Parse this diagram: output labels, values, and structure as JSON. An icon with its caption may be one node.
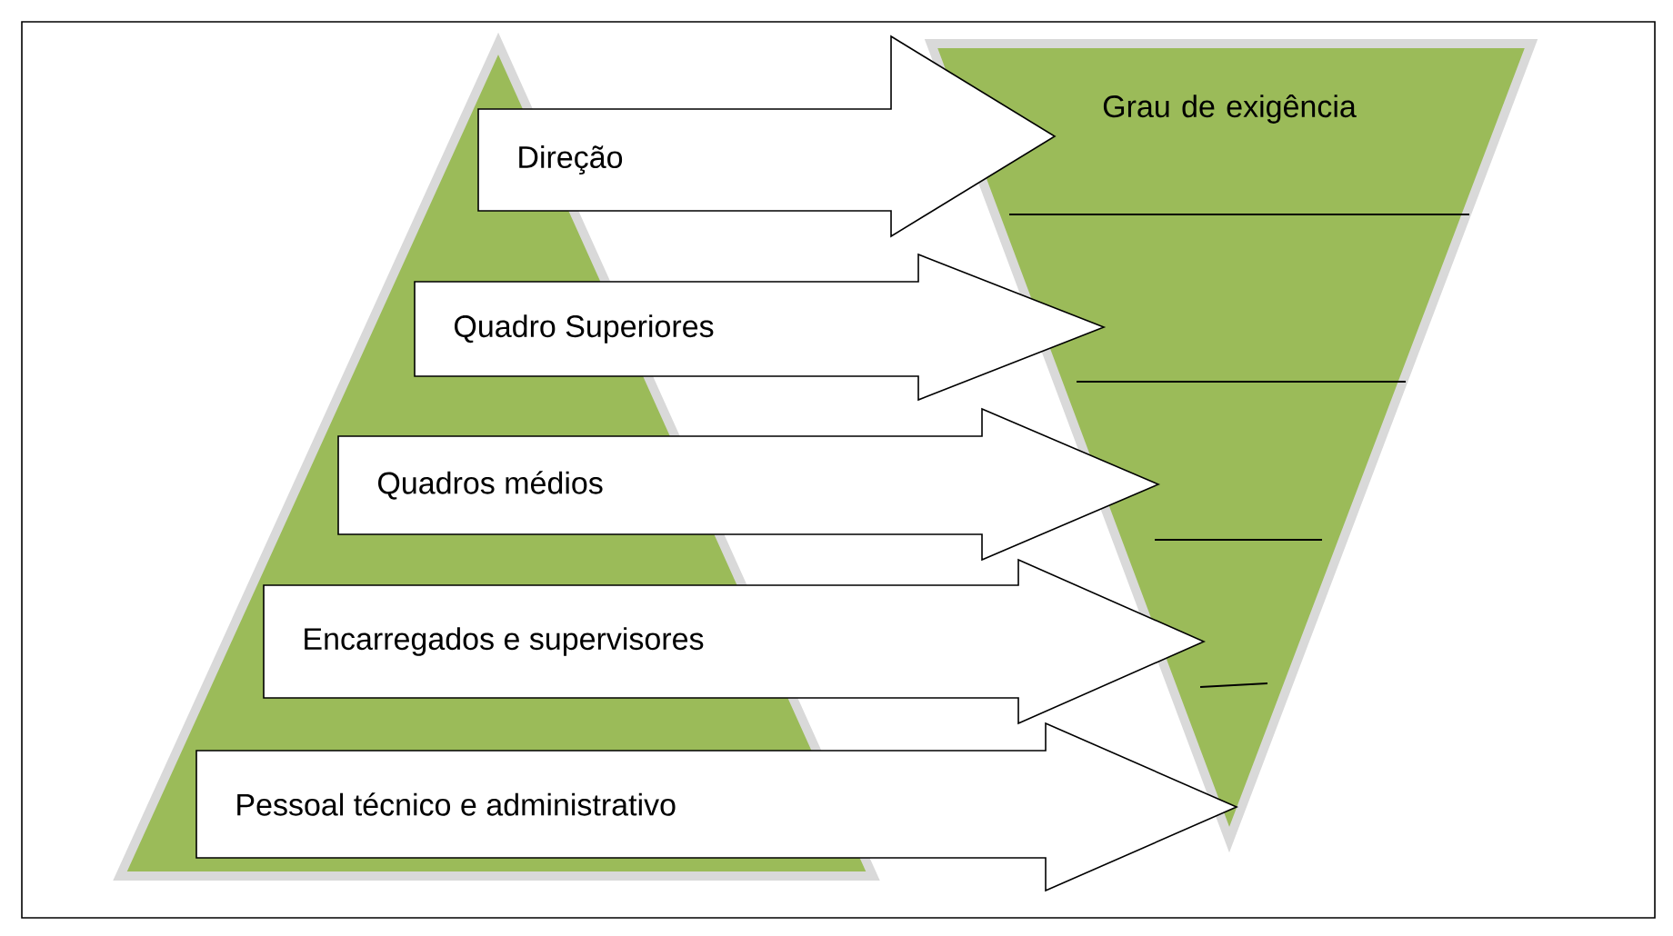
{
  "diagram": {
    "nodes": [
      {
        "text": [],
        "shape": "triangle"
      },
      {
        "text": [
          "Grau de exigência"
        ]
      }
    ],
    "edges": [
      {
        "from": 0,
        "to": 1,
        "arrow": "to",
        "label": "Direção"
      },
      {
        "from": 0,
        "to": 1,
        "arrow": "to",
        "label": "Quadro Superiores"
      },
      {
        "from": 0,
        "to": 1,
        "arrow": "to",
        "label": "Quadros médios"
      },
      {
        "from": 0,
        "to": 1,
        "arrow": "to",
        "label": "Encarregados e supervisores"
      },
      {
        "from": 0,
        "to": 1,
        "arrow": "to",
        "label": "Pessoal técnico e administrativo"
      }
    ]
  }
}
